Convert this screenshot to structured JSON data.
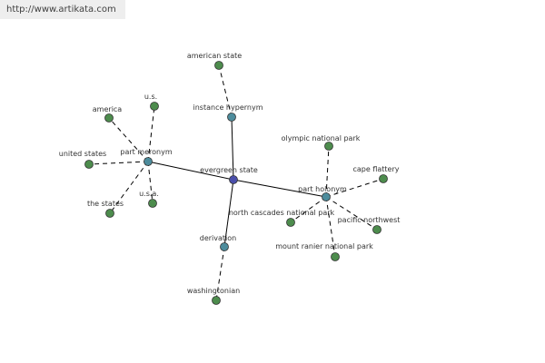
{
  "site": {
    "url": "http://www.artikata.com"
  },
  "colors": {
    "center": "#4a4eaa",
    "relation": "#4d8c9c",
    "term": "#4d8c4d",
    "stroke": "#333333"
  },
  "graph": {
    "nodes": [
      {
        "id": "evergreen-state",
        "label": "evergreen state",
        "kind": "center"
      },
      {
        "id": "instance-hypernym",
        "label": "instance hypernym",
        "kind": "relation"
      },
      {
        "id": "part-meronym",
        "label": "part meronym",
        "kind": "relation"
      },
      {
        "id": "part-holonym",
        "label": "part holonym",
        "kind": "relation"
      },
      {
        "id": "derivation",
        "label": "derivation",
        "kind": "relation"
      },
      {
        "id": "american-state",
        "label": "american state",
        "kind": "term"
      },
      {
        "id": "america",
        "label": "america",
        "kind": "term"
      },
      {
        "id": "us",
        "label": "u.s.",
        "kind": "term"
      },
      {
        "id": "united-states",
        "label": "united states",
        "kind": "term"
      },
      {
        "id": "the-states",
        "label": "the states",
        "kind": "term"
      },
      {
        "id": "usa",
        "label": "u.s.a.",
        "kind": "term"
      },
      {
        "id": "olympic-national-park",
        "label": "olympic national park",
        "kind": "term"
      },
      {
        "id": "cape-flattery",
        "label": "cape flattery",
        "kind": "term"
      },
      {
        "id": "north-cascades-national-park",
        "label": "north cascades national park",
        "kind": "term"
      },
      {
        "id": "pacific-northwest",
        "label": "pacific northwest",
        "kind": "term"
      },
      {
        "id": "mount-ranier-national-park",
        "label": "mount ranier national park",
        "kind": "term"
      },
      {
        "id": "washingtonian",
        "label": "washingtonian",
        "kind": "term"
      }
    ],
    "edges": [
      {
        "from": "evergreen-state",
        "to": "instance-hypernym",
        "style": "solid"
      },
      {
        "from": "evergreen-state",
        "to": "part-meronym",
        "style": "solid"
      },
      {
        "from": "evergreen-state",
        "to": "part-holonym",
        "style": "solid"
      },
      {
        "from": "evergreen-state",
        "to": "derivation",
        "style": "solid"
      },
      {
        "from": "instance-hypernym",
        "to": "american-state",
        "style": "dashed"
      },
      {
        "from": "part-meronym",
        "to": "america",
        "style": "dashed"
      },
      {
        "from": "part-meronym",
        "to": "us",
        "style": "dashed"
      },
      {
        "from": "part-meronym",
        "to": "united-states",
        "style": "dashed"
      },
      {
        "from": "part-meronym",
        "to": "the-states",
        "style": "dashed"
      },
      {
        "from": "part-meronym",
        "to": "usa",
        "style": "dashed"
      },
      {
        "from": "part-holonym",
        "to": "olympic-national-park",
        "style": "dashed"
      },
      {
        "from": "part-holonym",
        "to": "cape-flattery",
        "style": "dashed"
      },
      {
        "from": "part-holonym",
        "to": "north-cascades-national-park",
        "style": "dashed"
      },
      {
        "from": "part-holonym",
        "to": "pacific-northwest",
        "style": "dashed"
      },
      {
        "from": "part-holonym",
        "to": "mount-ranier-national-park",
        "style": "dashed"
      },
      {
        "from": "derivation",
        "to": "washingtonian",
        "style": "dashed"
      }
    ]
  }
}
